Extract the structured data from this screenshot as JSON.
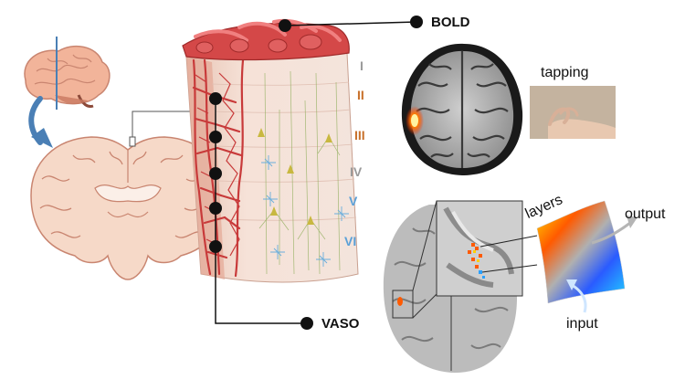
{
  "labels": {
    "bold": "BOLD",
    "vaso": "VASO",
    "tapping": "tapping",
    "layers": "layers",
    "output": "output",
    "input": "input"
  },
  "cortical_layers": [
    {
      "numeral": "I",
      "color": "#9a9a9a"
    },
    {
      "numeral": "II",
      "color": "#c8702a"
    },
    {
      "numeral": "III",
      "color": "#c8702a"
    },
    {
      "numeral": "IV",
      "color": "#9a9a9a"
    },
    {
      "numeral": "V",
      "color": "#5aa0d8"
    },
    {
      "numeral": "VI",
      "color": "#5aa0d8"
    }
  ],
  "colors": {
    "vessel": "#c83a3a",
    "tissue": "#f3dcd0",
    "arrow": "#4a7fb5",
    "activation": "#ff4a00"
  }
}
